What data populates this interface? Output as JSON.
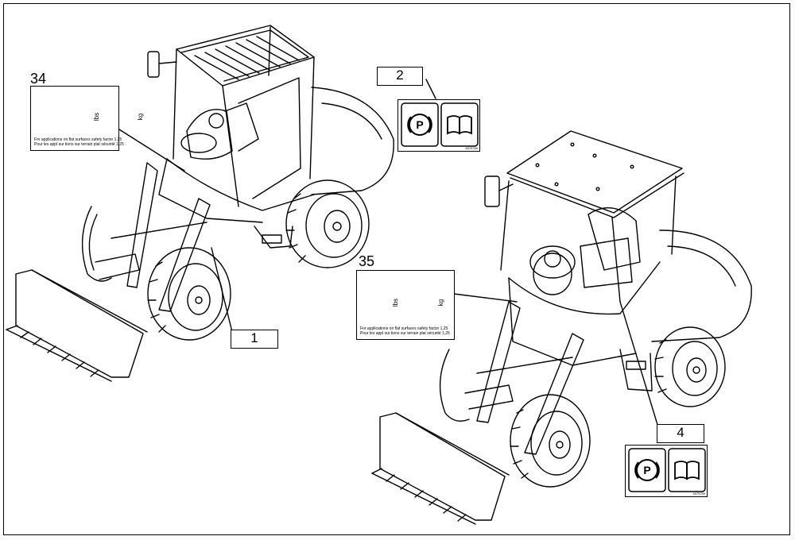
{
  "callouts": {
    "c1": "1",
    "c2": "2",
    "c4": "4",
    "c34": "34",
    "c35": "35"
  },
  "decal_capacity": {
    "unit_lbs": "lbs",
    "unit_kg": "kg",
    "line_a": "For applications on flat surfaces safety factor 1,25",
    "line_b": "Pour les appl      sur     tions sur terrain plat sécurité 1,25"
  },
  "decal_parking": {
    "code": "4575789"
  },
  "icons": [
    "parking-brake-icon",
    "operator-manual-icon"
  ]
}
